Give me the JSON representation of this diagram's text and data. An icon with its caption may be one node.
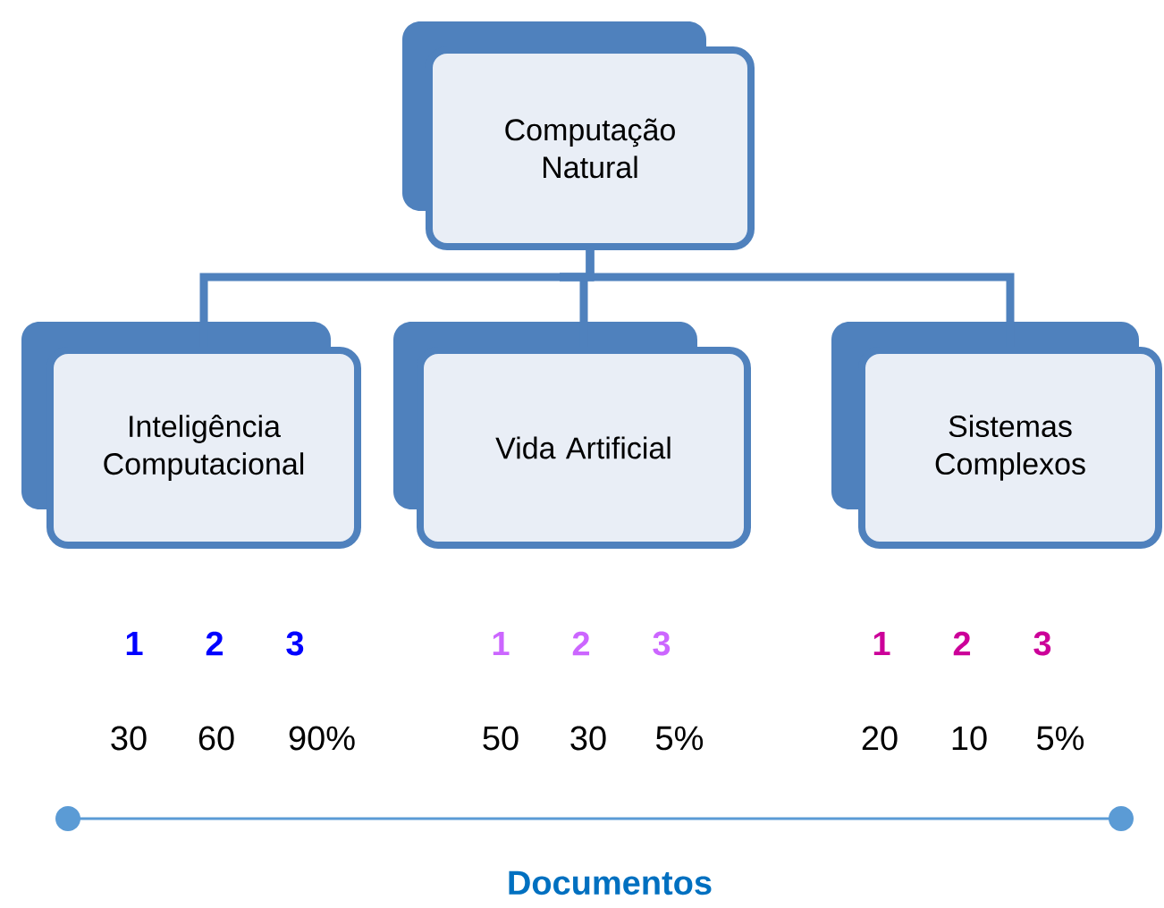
{
  "diagram": {
    "nodes": [
      {
        "text": [
          "Computação Natural"
        ]
      },
      {
        "text": [
          "Inteligência Computacional"
        ]
      },
      {
        "text": [
          "Vida Artificial"
        ]
      },
      {
        "text": [
          "Sistemas Complexos"
        ]
      }
    ],
    "edges": [
      {
        "from": 0,
        "to": 1,
        "arrow": "none"
      },
      {
        "from": 0,
        "to": 2,
        "arrow": "none"
      },
      {
        "from": 0,
        "to": 3,
        "arrow": "none"
      }
    ],
    "labels": [
      "1",
      "2",
      "3",
      "1",
      "2",
      "3",
      "1",
      "2",
      "3",
      "30",
      "60",
      "90%",
      "50",
      "30",
      "5%",
      "20",
      "10",
      "5%",
      "Documentos"
    ]
  }
}
